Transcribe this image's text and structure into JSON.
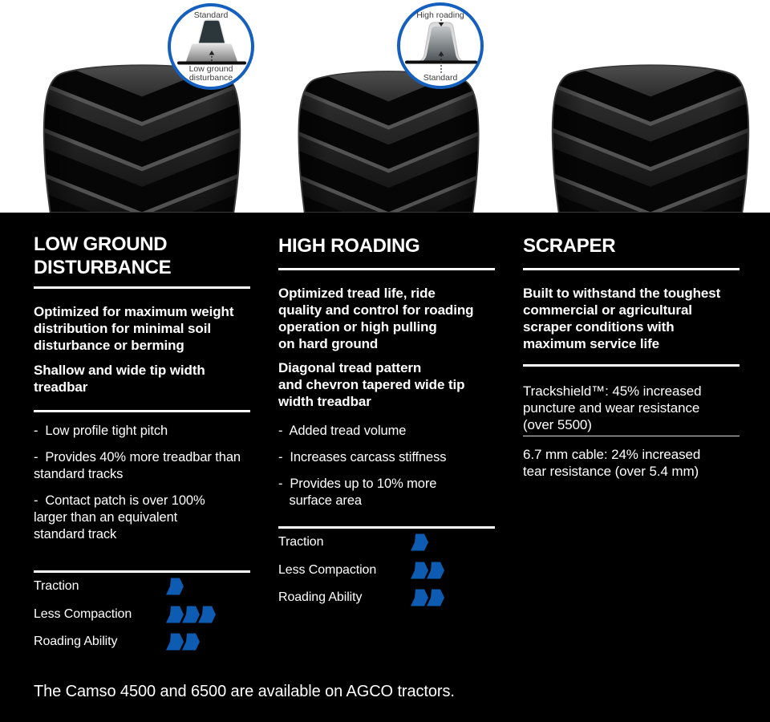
{
  "colors": {
    "accent_blue": "#0d5cb1",
    "ring_blue": "#1560bf",
    "panel_black": "#000000",
    "top_band_white": "#ffffff"
  },
  "callouts": [
    {
      "top_label": "Standard",
      "bottom_label": "Low ground\ndisturbance"
    },
    {
      "top_label": "High roading",
      "bottom_label": "Standard"
    }
  ],
  "columns": [
    {
      "title": "LOW GROUND\nDISTURBANCE",
      "intro1": "Optimized for maximum weight\ndistribution for minimal soil\ndisturbance or berming",
      "intro2": "Shallow and wide tip width\ntreadbar",
      "bullets": [
        "-  Low profile tight pitch",
        "-  Provides 40% more treadbar than\nstandard tracks",
        "-  Contact patch is over 100%\nlarger than an equivalent\nstandard track"
      ],
      "ratings": [
        {
          "label": "Traction",
          "value": 1
        },
        {
          "label": "Less Compaction",
          "value": 3
        },
        {
          "label": "Roading Ability",
          "value": 2
        }
      ]
    },
    {
      "title": "HIGH ROADING",
      "intro1": "Optimized tread life, ride\nquality and control for roading\noperation or high pulling\non hard ground",
      "intro2": "Diagonal tread pattern\nand chevron tapered wide tip\nwidth treadbar",
      "bullets": [
        "-  Added tread volume",
        "-  Increases carcass stiffness",
        "-  Provides up to 10% more\n   surface area"
      ],
      "ratings": [
        {
          "label": "Traction",
          "value": 1
        },
        {
          "label": "Less Compaction",
          "value": 2
        },
        {
          "label": "Roading Ability",
          "value": 2
        }
      ]
    },
    {
      "title": "SCRAPER",
      "intro1": "Built to withstand the toughest\ncommercial or agricultural\nscraper conditions with\nmaximum service life",
      "feature1": "Trackshield™: 45% increased\npuncture and wear resistance\n(over 5500)",
      "feature2": "6.7 mm cable: 24% increased\ntear resistance (over 5.4 mm)"
    }
  ],
  "footer": "The Camso 4500 and 6500 are available on AGCO tractors."
}
